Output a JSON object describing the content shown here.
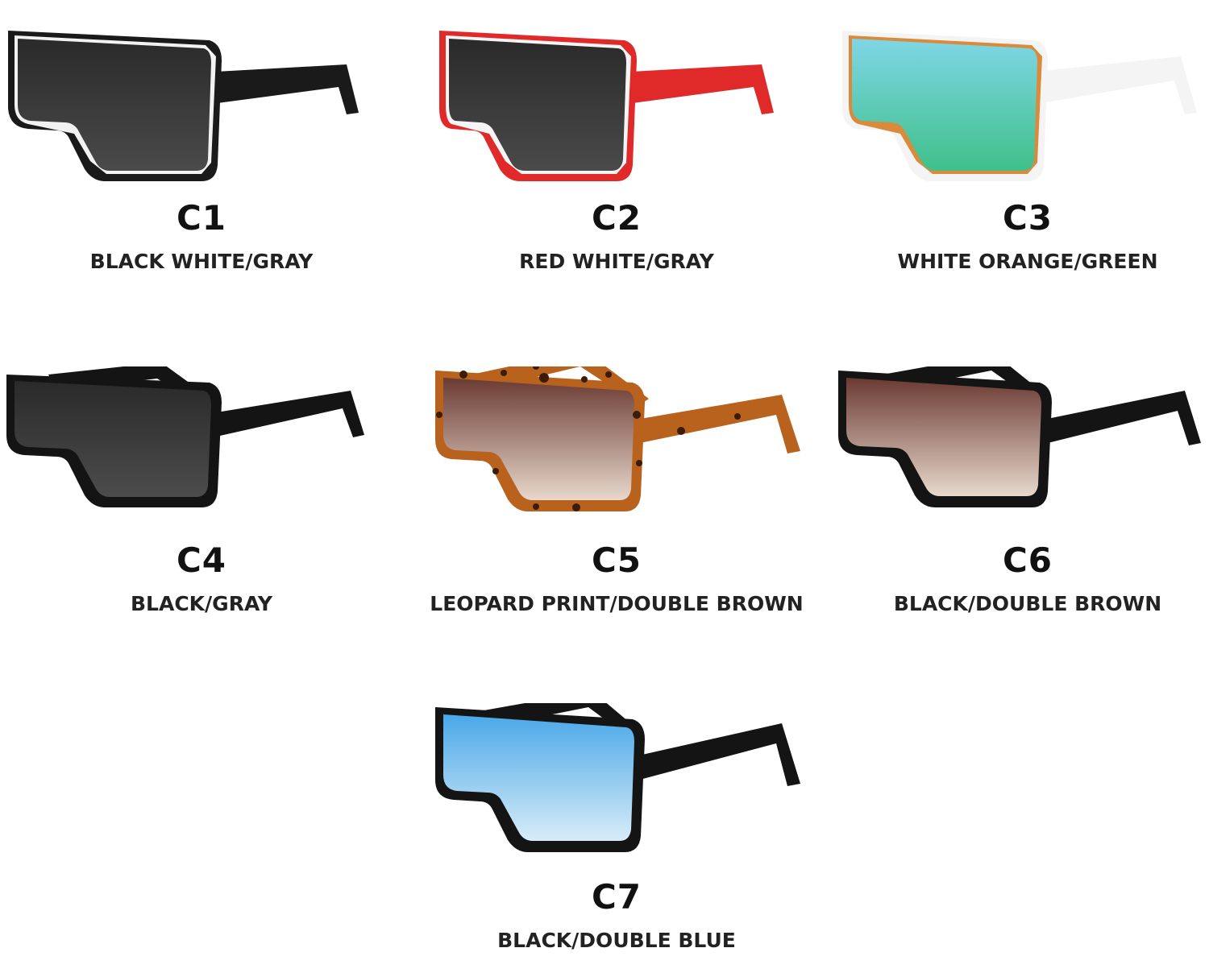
{
  "products": [
    {
      "code": "C1",
      "description": "BLACK WHITE/GRAY",
      "frame_color": "#1a1a1a",
      "accent_color": "#f2f2f2",
      "lens_top": "#2a2a2a",
      "lens_bottom": "#4a4a4a",
      "icon": "sunglasses-icon"
    },
    {
      "code": "C2",
      "description": "RED WHITE/GRAY",
      "frame_color": "#e02a2a",
      "accent_color": "#f5f5f5",
      "lens_top": "#2a2a2a",
      "lens_bottom": "#4a4a4a",
      "icon": "sunglasses-icon"
    },
    {
      "code": "C3",
      "description": "WHITE ORANGE/GREEN",
      "frame_color": "#f4f4f4",
      "accent_color": "#d98a3a",
      "lens_top": "#7fd6e6",
      "lens_bottom": "#3fc08a",
      "icon": "sunglasses-icon"
    },
    {
      "code": "C4",
      "description": "BLACK/GRAY",
      "frame_color": "#141414",
      "accent_color": "#141414",
      "lens_top": "#2a2a2a",
      "lens_bottom": "#4c4c4c",
      "icon": "sunglasses-icon"
    },
    {
      "code": "C5",
      "description": "LEOPARD PRINT/DOUBLE BROWN",
      "frame_color": "#b8621e",
      "accent_color": "#3a1c08",
      "lens_top": "#6a3a32",
      "lens_bottom": "#e8d8cc",
      "icon": "sunglasses-icon"
    },
    {
      "code": "C6",
      "description": "BLACK/DOUBLE BROWN",
      "frame_color": "#141414",
      "accent_color": "#141414",
      "lens_top": "#6a3a32",
      "lens_bottom": "#e8d8cc",
      "icon": "sunglasses-icon"
    },
    {
      "code": "C7",
      "description": "BLACK/DOUBLE BLUE",
      "frame_color": "#141414",
      "accent_color": "#141414",
      "lens_top": "#4aa8e8",
      "lens_bottom": "#d8ecf8",
      "icon": "sunglasses-icon"
    }
  ]
}
